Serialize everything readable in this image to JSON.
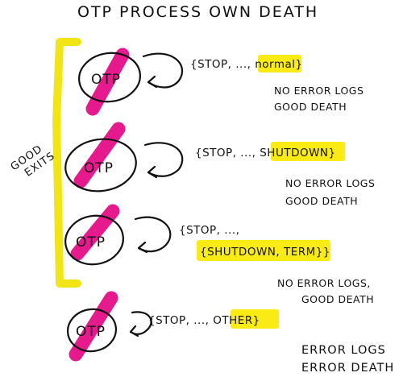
{
  "title": "OTP PROCESS OWN DEATH",
  "side_label": [
    "GOOD",
    "EXITS"
  ],
  "node_label": "OTP",
  "colors": {
    "slash": "#e6198d",
    "highlight": "#fbeb14",
    "ink": "#111111"
  },
  "rows": [
    {
      "msg_prefix": "{STOP, ..., ",
      "msg_highlight": "normal",
      "msg_suffix": "}",
      "notes": [
        "NO ERROR LOGS",
        "GOOD DEATH"
      ]
    },
    {
      "msg_prefix": "{STOP, ..., ",
      "msg_highlight": "SHUTDOWN",
      "msg_suffix": "}",
      "notes": [
        "NO ERROR LOGS",
        "GOOD DEATH"
      ]
    },
    {
      "msg_line1": "{STOP, ...,",
      "msg_highlight": "{SHUTDOWN, TERM}",
      "msg_suffix": "}",
      "notes": [
        "NO ERROR LOGS,",
        "GOOD DEATH"
      ]
    },
    {
      "msg_prefix": "{STOP, ..., ",
      "msg_highlight": "OTHER",
      "msg_suffix": "}",
      "notes": [
        "ERROR LOGS",
        "ERROR DEATH"
      ]
    }
  ]
}
